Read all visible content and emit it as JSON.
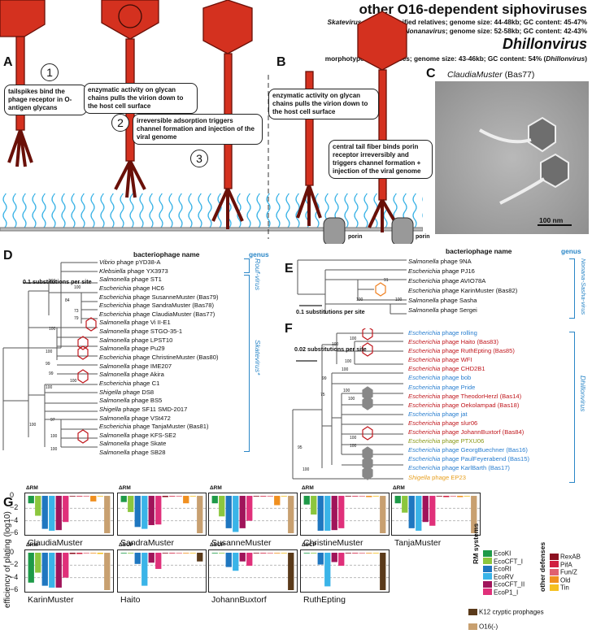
{
  "header": {
    "title": "other O16-dependent siphoviruses",
    "line1_genus": "Skatevirus",
    "line1_rest": " and unclassified relatives; genome size: 44-48kb; GC content: 45-47%",
    "line2_genus": "Nonanavirus",
    "line2_rest": "; genome size: 52-58kb; GC content: 42-43%",
    "dhillon": "Dhillonvirus",
    "line3": "morphotype: siphoviruses; genome size: 43-46kb; GC content: 54% (",
    "line3_genus": "Dhillonvirus",
    "line3_end": ")"
  },
  "panels": {
    "a": "A",
    "b": "B",
    "c": "C",
    "d": "D",
    "e": "E",
    "f": "F",
    "g": "G"
  },
  "panelA": {
    "steps": [
      "1",
      "2",
      "3"
    ],
    "callouts": [
      "tailspikes bind the phage receptor in O-antigen glycans",
      "enzymatic activity on glycan chains pulls the virion down to the host cell surface",
      "irreversible adsorption triggers channel formation and injection of the viral genome"
    ]
  },
  "panelB": {
    "callouts": [
      "enzymatic activity on glycan chains pulls the virion down to the host cell surface",
      "central tail fiber binds porin receptor irreversibly and triggers channel formation + injection of the viral genome"
    ],
    "porin1": "porin",
    "porin2": "porin"
  },
  "panelC": {
    "name": "ClaudiaMuster",
    "code": " (Bas77)",
    "scale": "100 nm"
  },
  "treeD": {
    "header": "bacteriophage name",
    "genus_header": "genus",
    "scale": "0.1 substitutions per site",
    "genera": [
      "Rouf-virus",
      "Skatevirus*"
    ],
    "tips": [
      {
        "g": "Vibrio",
        "n": " phage pYD38-A"
      },
      {
        "g": "Klebsiella",
        "n": " phage YX3973"
      },
      {
        "g": "Salmonella",
        "n": " phage ST1"
      },
      {
        "g": "Escherichia",
        "n": " phage HC6"
      },
      {
        "g": "Escherichia",
        "n": " phage SusanneMuster (Bas79)"
      },
      {
        "g": "Escherichia",
        "n": " phage SandraMuster (Bas78)"
      },
      {
        "g": "Escherichia",
        "n": " phage ClaudiaMuster (Bas77)"
      },
      {
        "g": "Salmonella",
        "n": " phage Vi II-E1"
      },
      {
        "g": "Salmonella",
        "n": " phage STGO-35-1"
      },
      {
        "g": "Salmonella",
        "n": " phage LPST10"
      },
      {
        "g": "Salmonella",
        "n": " phage Pu29"
      },
      {
        "g": "Escherichia",
        "n": " phage ChristineMuster (Bas80)"
      },
      {
        "g": "Salmonella",
        "n": " phage IME207"
      },
      {
        "g": "Salmonella",
        "n": " phage Akira"
      },
      {
        "g": "Escherichia",
        "n": " phage C1"
      },
      {
        "g": "Shigella",
        "n": " phage DS8"
      },
      {
        "g": "Salmonella",
        "n": " phage BS5"
      },
      {
        "g": "Shigella",
        "n": " phage SF11 SMD-2017"
      },
      {
        "g": "Salmonella",
        "n": " phage VSt472"
      },
      {
        "g": "Escherichia",
        "n": " phage TanjaMuster (Bas81)"
      },
      {
        "g": "Salmonella",
        "n": " phage KFS-SE2"
      },
      {
        "g": "Salmonella",
        "n": " phage Skate"
      },
      {
        "g": "Salmonella",
        "n": " phage SB28"
      }
    ],
    "bootstrap": [
      "100",
      "100",
      "84",
      "73",
      "79",
      "100",
      "100",
      "99",
      "99",
      "100",
      "100",
      "100",
      "97",
      "100",
      "100"
    ]
  },
  "treeE": {
    "header": "bacteriophage name",
    "genus_header": "genus",
    "scale": "0.1 substitutions per site",
    "genus": "Nonana-Sasha-virus",
    "tips": [
      {
        "g": "Salmonella",
        "n": " phage 9NA"
      },
      {
        "g": "Escherichia",
        "n": " phage PJ16"
      },
      {
        "g": "Escherichia",
        "n": " phage AVIO78A"
      },
      {
        "g": "Escherichia",
        "n": " phage KarinMuster (Bas82)"
      },
      {
        "g": "Salmonella",
        "n": " phage Sasha"
      },
      {
        "g": "Salmonella",
        "n": " phage Sergei"
      }
    ],
    "bootstrap": [
      "91",
      "100",
      "100"
    ]
  },
  "treeF": {
    "scale": "0.02 substitutions per site",
    "genus": "Dhillonvirus",
    "tips": [
      {
        "g": "Escherichia",
        "n": " phage rolling",
        "c": "#2a7fd0"
      },
      {
        "g": "Escherichia",
        "n": " phage Haito (Bas83)",
        "c": "#c0181e"
      },
      {
        "g": "Escherichia",
        "n": " phage RuthEpting (Bas85)",
        "c": "#c0181e"
      },
      {
        "g": "Escherichia",
        "n": " phage WFI",
        "c": "#c0181e"
      },
      {
        "g": "Escherichia",
        "n": " phage CHD2B1",
        "c": "#c0181e"
      },
      {
        "g": "Escherichia",
        "n": " phage bob",
        "c": "#2a7fd0"
      },
      {
        "g": "Escherichia",
        "n": " phage Pride",
        "c": "#2a7fd0"
      },
      {
        "g": "Escherichia",
        "n": " phage TheodorHerzl (Bas14)",
        "c": "#c0181e"
      },
      {
        "g": "Escherichia",
        "n": " phage Oekolampad (Bas18)",
        "c": "#c0181e"
      },
      {
        "g": "Escherichia",
        "n": " phage jat",
        "c": "#2a7fd0"
      },
      {
        "g": "Escherichia",
        "n": " phage slur06",
        "c": "#c0181e"
      },
      {
        "g": "Escherichia",
        "n": " phage JohannBuxtorf (Bas84)",
        "c": "#c0181e"
      },
      {
        "g": "Escherichia",
        "n": " phage PTXU06",
        "c": "#8a9a18"
      },
      {
        "g": "Escherichia",
        "n": " phage GeorgBuechner (Bas16)",
        "c": "#2a7fd0"
      },
      {
        "g": "Escherichia",
        "n": " phage PaulFeyerabend (Bas15)",
        "c": "#2a7fd0"
      },
      {
        "g": "Escherichia",
        "n": " phage KarlBarth (Bas17)",
        "c": "#2a7fd0"
      },
      {
        "g": "Shigella",
        "n": " phage EP23",
        "c": "#e8a020"
      }
    ],
    "bootstrap": [
      "100",
      "100",
      "100",
      "100",
      "99",
      "100",
      "75",
      "100",
      "100",
      "100",
      "95",
      "100"
    ]
  },
  "panelG": {
    "ylabel": "efficiency of plating (log10)",
    "yticks": [
      "0",
      "−2",
      "−4",
      "−6"
    ],
    "rm_label": "RM systems",
    "other_label": "other defenses",
    "legend_rm": [
      {
        "name": "EcoKI",
        "color": "#1e9a48"
      },
      {
        "name": "EcoCFT_I",
        "color": "#8cc63e"
      },
      {
        "name": "EcoRI",
        "color": "#1f77c0"
      },
      {
        "name": "EcoRV",
        "color": "#3ab4e8"
      },
      {
        "name": "EcoCFT_II",
        "color": "#a0145a"
      },
      {
        "name": "EcoP1_I",
        "color": "#e0307a"
      }
    ],
    "legend_other": [
      {
        "name": "RexAB",
        "color": "#8c1020"
      },
      {
        "name": "PifA",
        "color": "#d02040"
      },
      {
        "name": "Fun/Z",
        "color": "#e06070"
      },
      {
        "name": "Old",
        "color": "#f09020"
      },
      {
        "name": "Tin",
        "color": "#f5c020"
      }
    ],
    "legend_bottom": [
      {
        "name": "K12 cryptic prophages",
        "color": "#5a3a1a"
      },
      {
        "name": "O16(-)",
        "color": "#c8a070"
      }
    ],
    "chart_data": [
      {
        "type": "bar",
        "title": "ClaudiaMuster",
        "tag": "ΔRM",
        "values": [
          -1.2,
          -3.2,
          -5.3,
          -5.6,
          -5.5,
          -4.2,
          -0.1,
          -0.1,
          -0.1,
          -0.9,
          0,
          -6
        ]
      },
      {
        "type": "bar",
        "title": "SandraMuster",
        "tag": "ΔRM",
        "values": [
          -1,
          -2.6,
          -5,
          -5.3,
          -4.7,
          -4.6,
          -0.2,
          -0.1,
          0,
          -1.2,
          0,
          -6
        ]
      },
      {
        "type": "bar",
        "title": "SusanneMuster",
        "tag": "ΔRM",
        "values": [
          -1.2,
          -3.3,
          -5.2,
          -5.8,
          -5.2,
          -4,
          -0.1,
          -0.1,
          0,
          -1.5,
          0,
          -6
        ]
      },
      {
        "type": "bar",
        "title": "ChristineMuster",
        "tag": "ΔRM",
        "values": [
          -1.4,
          -3,
          -5.6,
          -5.6,
          -5.5,
          -5.2,
          -0.1,
          -0.1,
          0,
          -0.2,
          0,
          -6
        ]
      },
      {
        "type": "bar",
        "title": "TanjaMuster",
        "tag": "ΔRM",
        "values": [
          -1.2,
          -2.7,
          -5.2,
          -5.6,
          -4.2,
          -4.8,
          -0.1,
          -0.2,
          -0.1,
          -0.2,
          0,
          -6
        ]
      },
      {
        "type": "bar",
        "title": "KarinMuster",
        "tag": "ΔRM",
        "values": [
          -4.8,
          -3.2,
          -5.3,
          -5.6,
          -5.6,
          -4,
          -0.2,
          -0.2,
          0,
          -0.1,
          -0.2,
          -6
        ]
      },
      {
        "type": "bar",
        "title": "Haito",
        "tag": "ΔSCP",
        "values": [
          0,
          -0.1,
          -1.8,
          -5.3,
          -1.6,
          -2.6,
          0,
          0,
          0,
          0,
          0,
          -1.4
        ]
      },
      {
        "type": "bar",
        "title": "JohannBuxtorf",
        "tag": "ΔSCP",
        "values": [
          0,
          0,
          -2.3,
          -2.9,
          -1.4,
          -2.1,
          0,
          0,
          0,
          0,
          0,
          -6
        ]
      },
      {
        "type": "bar",
        "title": "RuthEpting",
        "tag": "ΔSCP",
        "values": [
          0,
          0,
          -1.9,
          -5.4,
          -1.5,
          -2.1,
          0,
          0,
          0,
          0,
          0,
          -6
        ]
      }
    ]
  }
}
